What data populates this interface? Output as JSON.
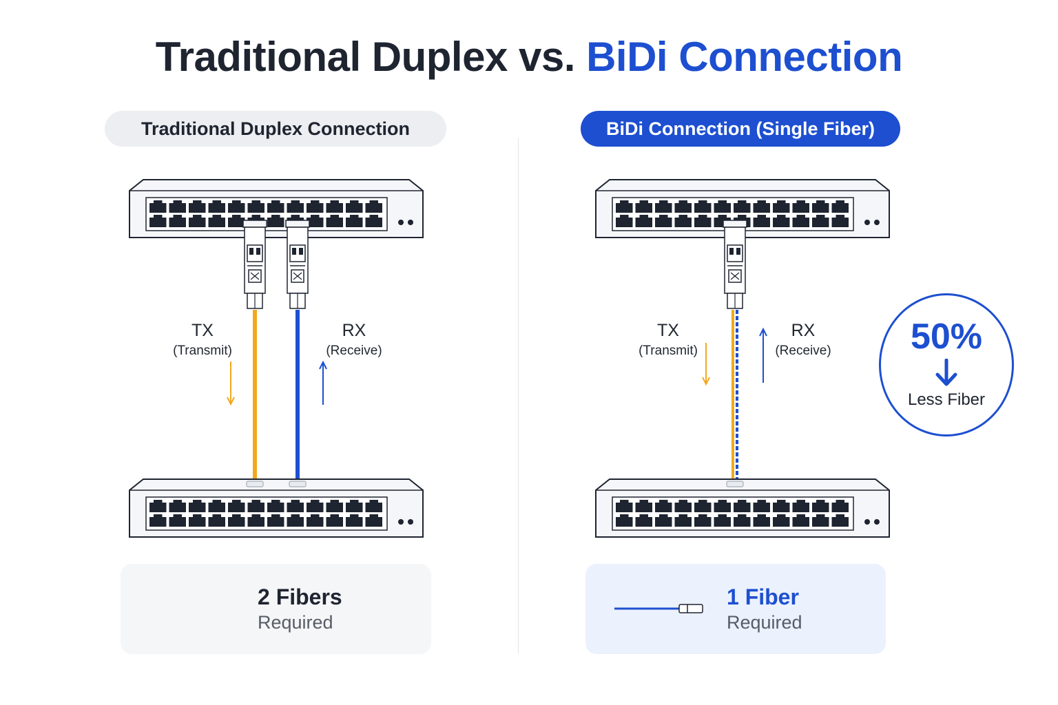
{
  "title": {
    "part1": "Traditional Duplex",
    "part2": "vs.",
    "part3": "BiDi Connection"
  },
  "left_panel": {
    "heading": "Traditional Duplex Connection",
    "tx_label": "TX",
    "tx_sub": "(Transmit)",
    "rx_label": "RX",
    "rx_sub": "(Receive)",
    "summary_count": "2 Fibers",
    "summary_sub": "Required"
  },
  "right_panel": {
    "heading": "BiDi Connection (Single Fiber)",
    "tx_label": "TX",
    "tx_sub": "(Transmit)",
    "rx_label": "RX",
    "rx_sub": "(Receive)",
    "summary_count": "1 Fiber",
    "summary_sub": "Required",
    "badge_percent": "50%",
    "badge_text": "Less Fiber"
  },
  "colors": {
    "tx_fiber": "#f2a81d",
    "rx_fiber": "#1d4fd0",
    "accent": "#1d4fd0",
    "switch_outline": "#1e2430",
    "port": "#1e2430"
  },
  "icons": {
    "switch": "network-switch-icon",
    "transceiver": "sfp-transceiver-icon",
    "connector": "fiber-connector-icon",
    "arrow_down": "arrow-down-icon"
  }
}
